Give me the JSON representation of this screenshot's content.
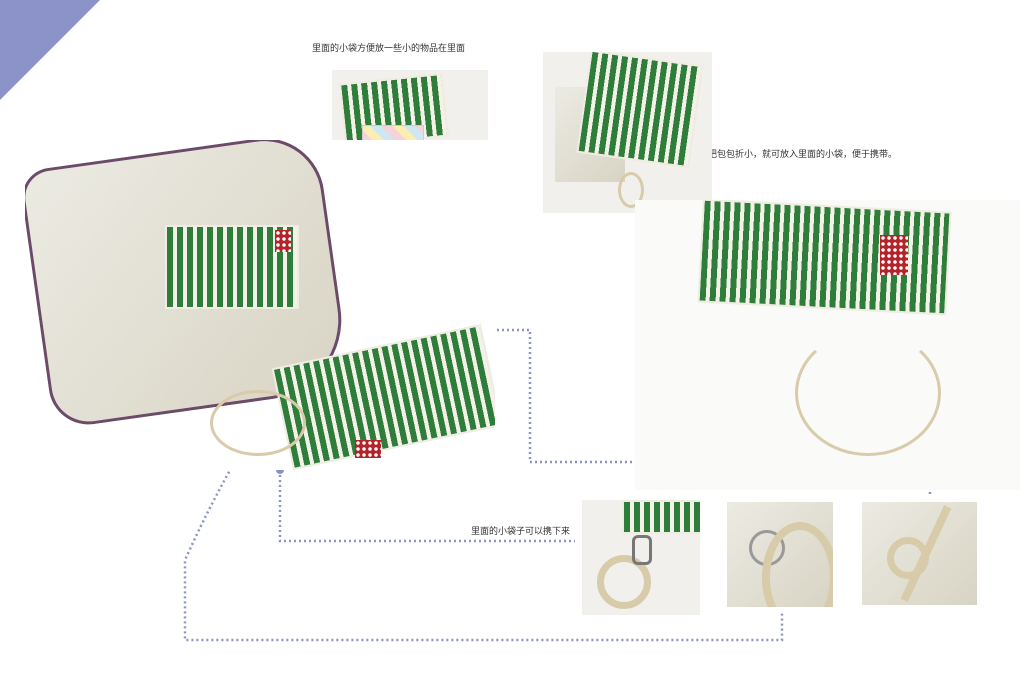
{
  "captions": {
    "inner_pouch": "里面的小袋方便放一些小的物品在里面",
    "fold_bag": "把包包折小，就可放入里面的小袋，便于携带。",
    "detachable": "里面的小袋子可以携下来"
  },
  "colors": {
    "accent": "#8b93c8",
    "print_green": "#2f7d3a",
    "canvas": "#e6e2d4"
  }
}
